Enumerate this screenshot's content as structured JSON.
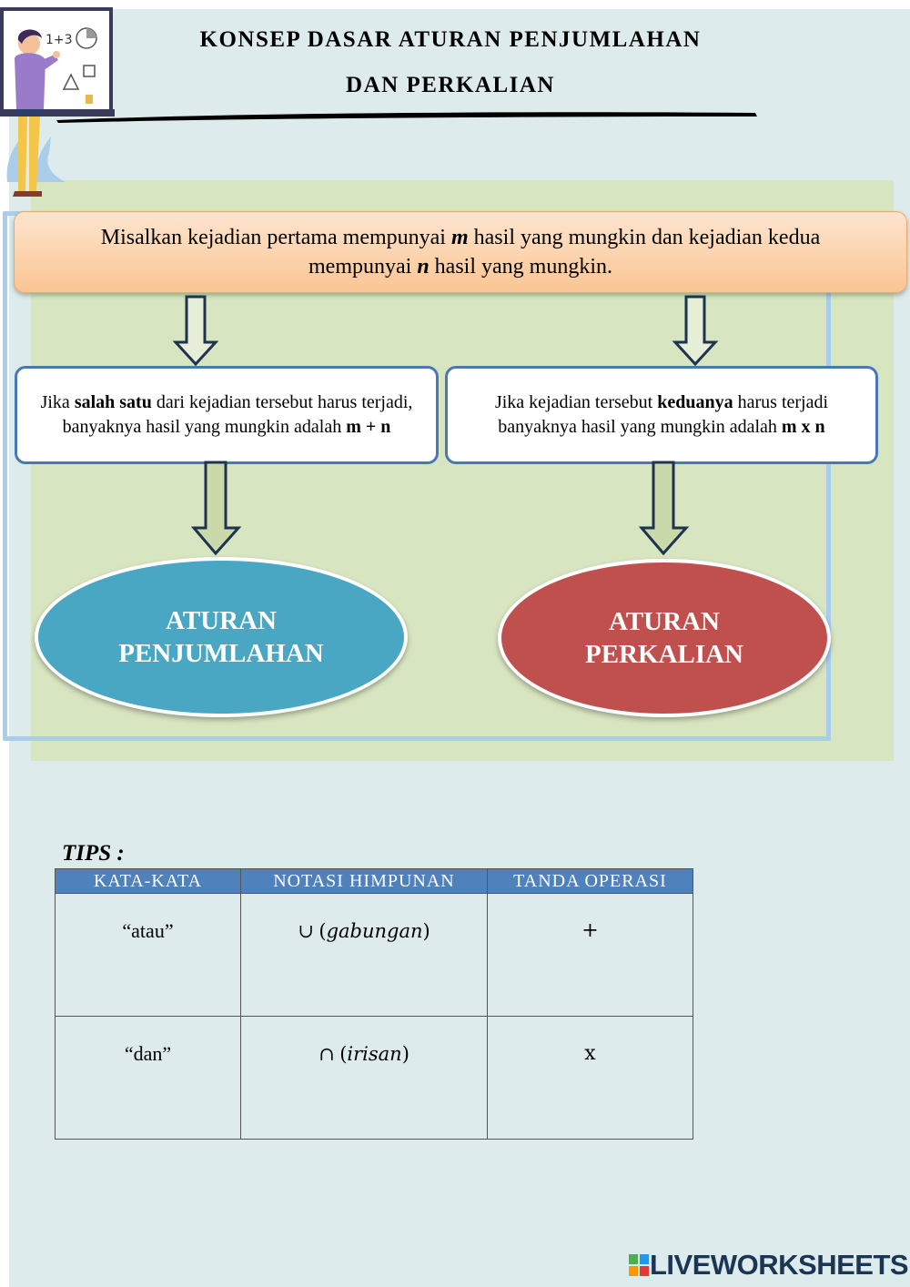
{
  "header": {
    "title_line1": "KONSEP DASAR ATURAN PENJUMLAHAN",
    "title_line2": "DAN PERKALIAN"
  },
  "intro": {
    "part1": "Misalkan kejadian pertama mempunyai ",
    "var_m": "m",
    "part2": " hasil yang mungkin dan kejadian kedua mempunyai ",
    "var_n": "n",
    "part3": " hasil yang mungkin."
  },
  "rule_left": {
    "part1": "Jika ",
    "bold": "salah satu",
    "part2": " dari kejadian tersebut harus terjadi, banyaknya hasil yang mungkin adalah ",
    "formula": "m + n"
  },
  "rule_right": {
    "part1": "Jika kejadian tersebut  ",
    "bold": "keduanya",
    "part2": " harus terjadi banyaknya hasil yang mungkin adalah ",
    "formula": "m x n"
  },
  "ellipse_left": {
    "line1": "ATURAN",
    "line2": "PENJUMLAHAN",
    "color": "#49a7c4"
  },
  "ellipse_right": {
    "line1": "ATURAN",
    "line2": "PERKALIAN",
    "color": "#c0504d"
  },
  "tips": {
    "label": "TIPS :",
    "headers": [
      "KATA-KATA",
      "NOTASI HIMPUNAN",
      "TANDA OPERASI"
    ],
    "rows": [
      {
        "kata": "“atau”",
        "symbol": "∪",
        "notasi": "gabungan",
        "tanda": "+"
      },
      {
        "kata": "“dan”",
        "symbol": "∩",
        "notasi": "irisan",
        "tanda": "x"
      }
    ]
  },
  "footer": {
    "brand": "LIVEWORKSHEETS"
  },
  "icons": [
    "teacher-illustration-icon",
    "quote-mark-icon",
    "down-arrow-icon",
    "liveworksheets-logo-icon"
  ]
}
